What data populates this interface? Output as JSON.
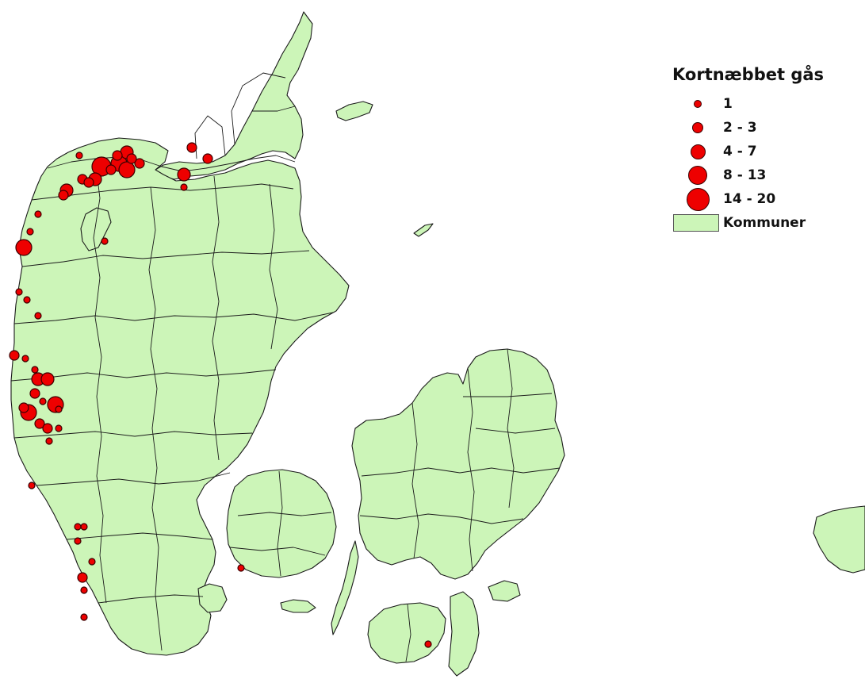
{
  "map": {
    "colors": {
      "land": "#ccf5b8",
      "outline": "#1a1a1a",
      "symbol": "#ee0000",
      "background": "#ffffff"
    },
    "symbol_scale": {
      "radii": [
        4,
        6,
        8,
        10,
        12
      ]
    },
    "regions": [
      "jutland-north",
      "jutland-main",
      "mors-island",
      "laeso-island",
      "anholt-island",
      "funen-island",
      "langeland-island",
      "aero-island",
      "als-island",
      "zealand-island",
      "lolland-island",
      "falster-island",
      "mon-island",
      "bornholm-island"
    ]
  },
  "legend": {
    "title": "Kortnæbbet gås",
    "items": [
      {
        "label": "1",
        "size": 0
      },
      {
        "label": "2 - 3",
        "size": 1
      },
      {
        "label": "4 - 7",
        "size": 2
      },
      {
        "label": "8 - 13",
        "size": 3
      },
      {
        "label": "14 - 20",
        "size": 4
      }
    ],
    "layer_label": "Kommuner"
  }
}
